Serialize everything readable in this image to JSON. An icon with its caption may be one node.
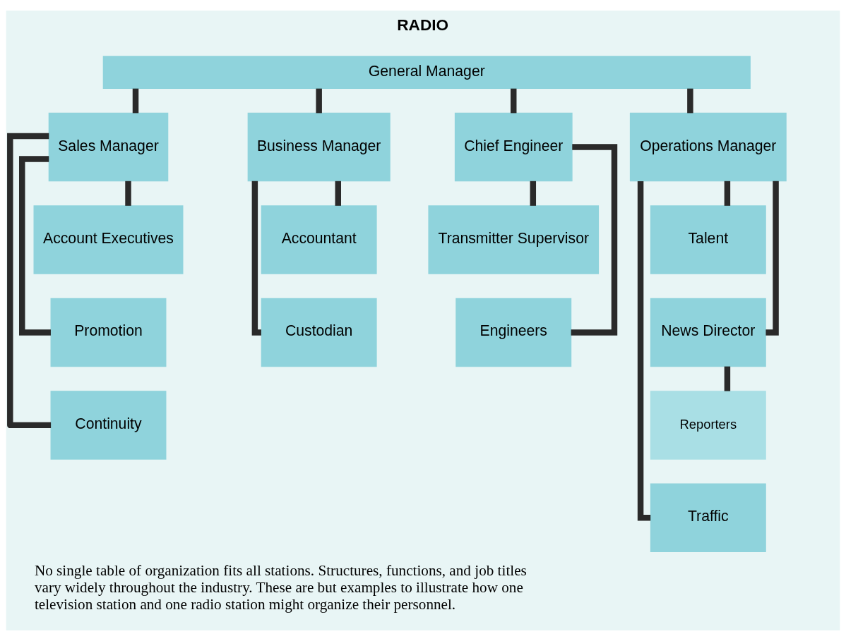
{
  "diagram": {
    "title": "RADIO",
    "caption": "No single table of organization fits all stations. Structures, functions, and job titles vary widely throughout the industry. These are but examples to illustrate how one television station and one radio station might organize their personnel.",
    "nodes": [
      {
        "text": [
          "General Manager"
        ]
      },
      {
        "text": [
          "Sales Manager"
        ]
      },
      {
        "text": [
          "Business Manager"
        ]
      },
      {
        "text": [
          "Chief Engineer"
        ]
      },
      {
        "text": [
          "Operations Manager"
        ]
      },
      {
        "text": [
          "Account Executives"
        ]
      },
      {
        "text": [
          "Promotion"
        ]
      },
      {
        "text": [
          "Continuity"
        ]
      },
      {
        "text": [
          "Accountant"
        ]
      },
      {
        "text": [
          "Custodian"
        ]
      },
      {
        "text": [
          "Transmitter Supervisor"
        ]
      },
      {
        "text": [
          "Engineers"
        ]
      },
      {
        "text": [
          "Talent"
        ]
      },
      {
        "text": [
          "News Director"
        ]
      },
      {
        "text": [
          "Reporters"
        ]
      },
      {
        "text": [
          "Traffic"
        ]
      }
    ],
    "edges": [
      {
        "from": 0,
        "to": 1,
        "arrow": "none"
      },
      {
        "from": 0,
        "to": 2,
        "arrow": "none"
      },
      {
        "from": 0,
        "to": 3,
        "arrow": "none"
      },
      {
        "from": 0,
        "to": 4,
        "arrow": "none"
      },
      {
        "from": 1,
        "to": 5,
        "arrow": "none"
      },
      {
        "from": 1,
        "to": 6,
        "arrow": "none"
      },
      {
        "from": 1,
        "to": 7,
        "arrow": "none"
      },
      {
        "from": 2,
        "to": 8,
        "arrow": "none"
      },
      {
        "from": 2,
        "to": 9,
        "arrow": "none"
      },
      {
        "from": 3,
        "to": 10,
        "arrow": "none"
      },
      {
        "from": 3,
        "to": 11,
        "arrow": "none"
      },
      {
        "from": 4,
        "to": 12,
        "arrow": "none"
      },
      {
        "from": 4,
        "to": 13,
        "arrow": "none"
      },
      {
        "from": 13,
        "to": 14,
        "arrow": "none"
      },
      {
        "from": 4,
        "to": 15,
        "arrow": "none"
      }
    ]
  }
}
